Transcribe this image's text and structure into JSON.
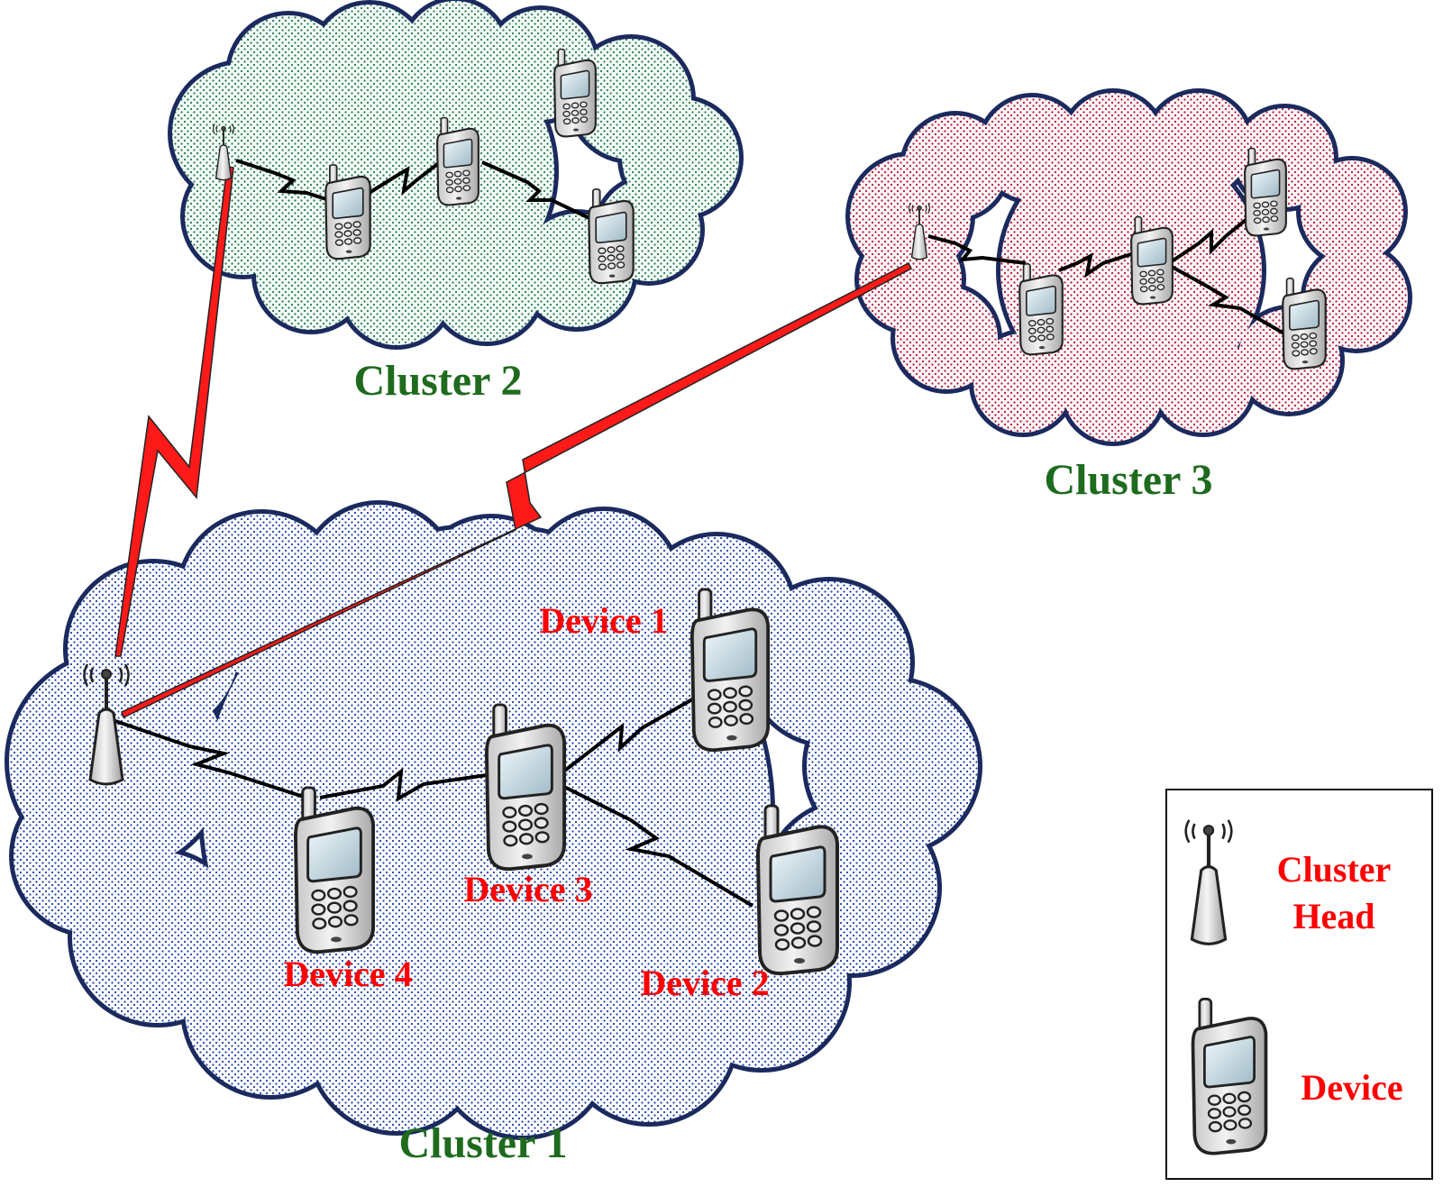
{
  "clusters": [
    {
      "id": "cluster-1",
      "label": "Cluster 1",
      "fill": "#1a3faa"
    },
    {
      "id": "cluster-2",
      "label": "Cluster 2",
      "fill": "#1f7a52"
    },
    {
      "id": "cluster-3",
      "label": "Cluster 3",
      "fill": "#b0123a"
    }
  ],
  "devices": {
    "device_1": "Device 1",
    "device_2": "Device 2",
    "device_3": "Device 3",
    "device_4": "Device 4"
  },
  "legend": {
    "cluster_head_line1": "Cluster",
    "cluster_head_line2": "Head",
    "device": "Device"
  },
  "colors": {
    "cluster_label": "#1e6b1e",
    "device_label": "#ff0000",
    "inter_cluster_link": "#ff1a1a",
    "intra_cluster_link": "#000000",
    "cloud_outline": "#1b2a5e"
  },
  "icons": {
    "cluster_head": "cluster-head-antenna-icon",
    "device": "mobile-phone-icon"
  }
}
